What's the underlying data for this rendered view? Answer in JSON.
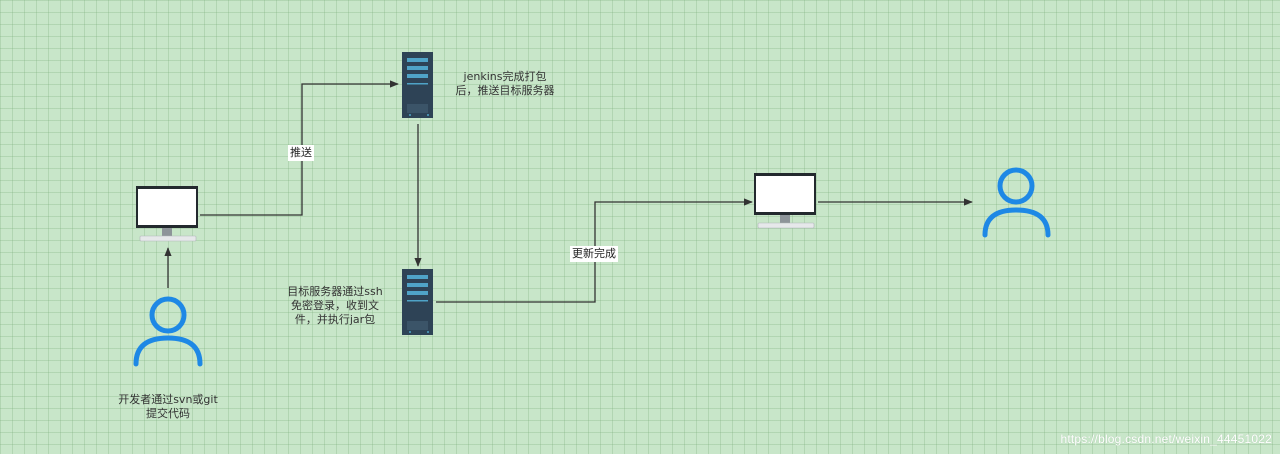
{
  "labels": {
    "developer": [
      "开发者通过svn或git",
      "提交代码"
    ],
    "jenkins": [
      "jenkins完成打包",
      "后，推送目标服务器"
    ],
    "target_server": [
      "目标服务器通过ssh",
      "免密登录，收到文",
      "件，并执行jar包"
    ],
    "push": "推送",
    "update_done": "更新完成"
  },
  "watermark": "https://blog.csdn.net/weixin_44451022",
  "colors": {
    "background": "#c8e6c9",
    "person": "#1e88e5",
    "server": "#2e4356",
    "server_slot": "#4fa3c7",
    "monitor": "#23292e",
    "line": "#333333"
  },
  "icons": {
    "developer": "user-icon",
    "client": "user-icon",
    "jenkins_server": "server-icon",
    "target_server": "server-icon",
    "dev_computer": "monitor-icon",
    "user_computer": "monitor-icon"
  }
}
